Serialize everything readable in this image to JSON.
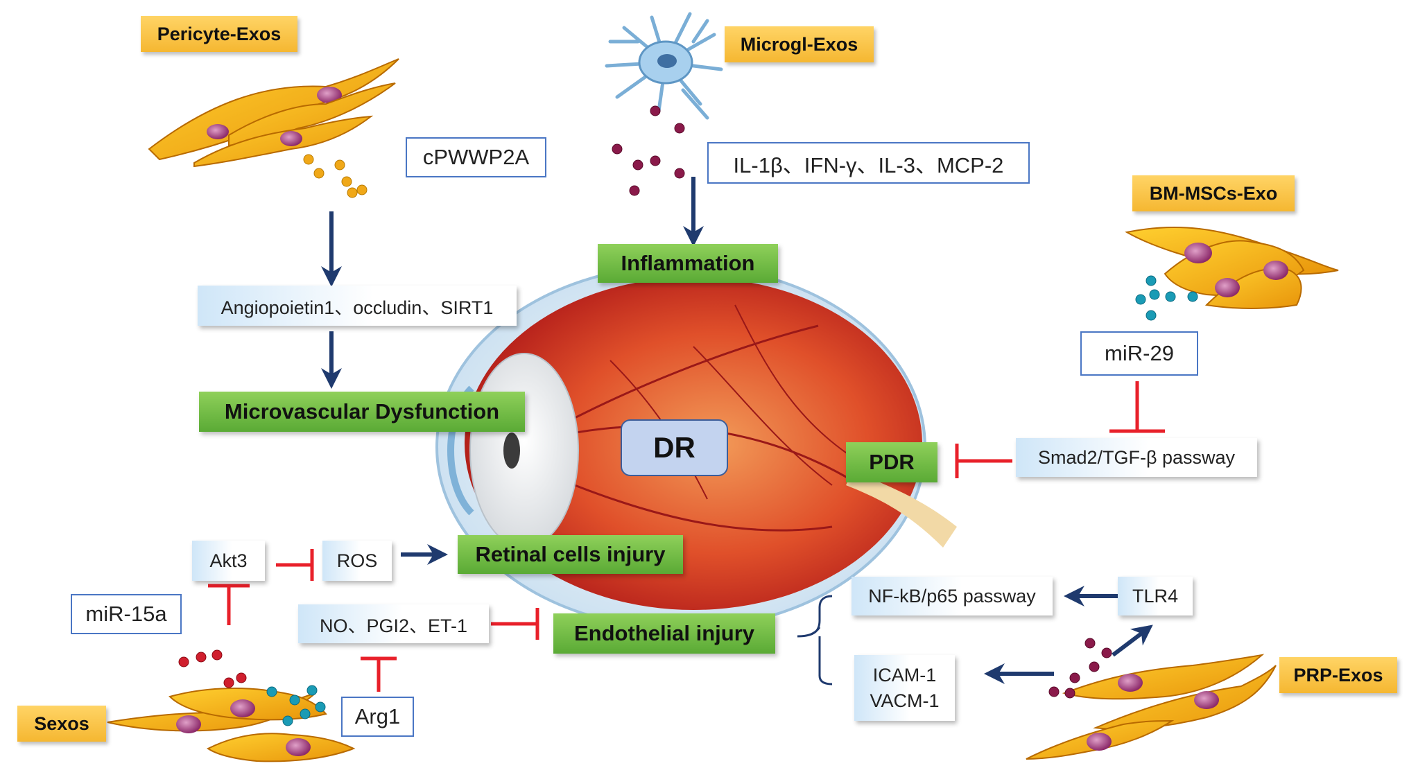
{
  "sources": {
    "pericyte": "Pericyte-Exos",
    "microgl": "Microgl-Exos",
    "bm_mscs": "BM-MSCs-Exo",
    "sexos": "Sexos",
    "prp": "PRP-Exos"
  },
  "molecules": {
    "cpwwp2a": "cPWWP2A",
    "cytokines": "IL-1β、IFN-γ、IL-3、MCP-2",
    "mir29": "miR-29",
    "mir15a": "miR-15a",
    "arg1": "Arg1"
  },
  "pathways": {
    "angiopoietin": "Angiopoietin1、occludin、SIRT1",
    "smad": "Smad2/TGF-β passway",
    "akt3": "Akt3",
    "ros": "ROS",
    "no_pgi2": "NO、PGI2、ET-1",
    "nfkb": "NF-kB/p65 passway",
    "tlr4": "TLR4",
    "icam": "ICAM-1",
    "vacm": "VACM-1"
  },
  "outcomes": {
    "inflammation": "Inflammation",
    "microvascular": "Microvascular Dysfunction",
    "pdr": "PDR",
    "retinal": "Retinal cells injury",
    "endothelial": "Endothelial injury"
  },
  "center": {
    "dr": "DR"
  },
  "colors": {
    "source_fill": "#f5b731",
    "outline_border": "#4a76c4",
    "green_fill": "#5aaa35",
    "activation_arrow": "#1f3a6e",
    "inhibition": "#e8202a",
    "exosome_pericyte": "#f0a818",
    "exosome_microglia": "#8a1a4a",
    "exosome_msc": "#1a9bb5",
    "exosome_sexos_red": "#d01f2e"
  }
}
